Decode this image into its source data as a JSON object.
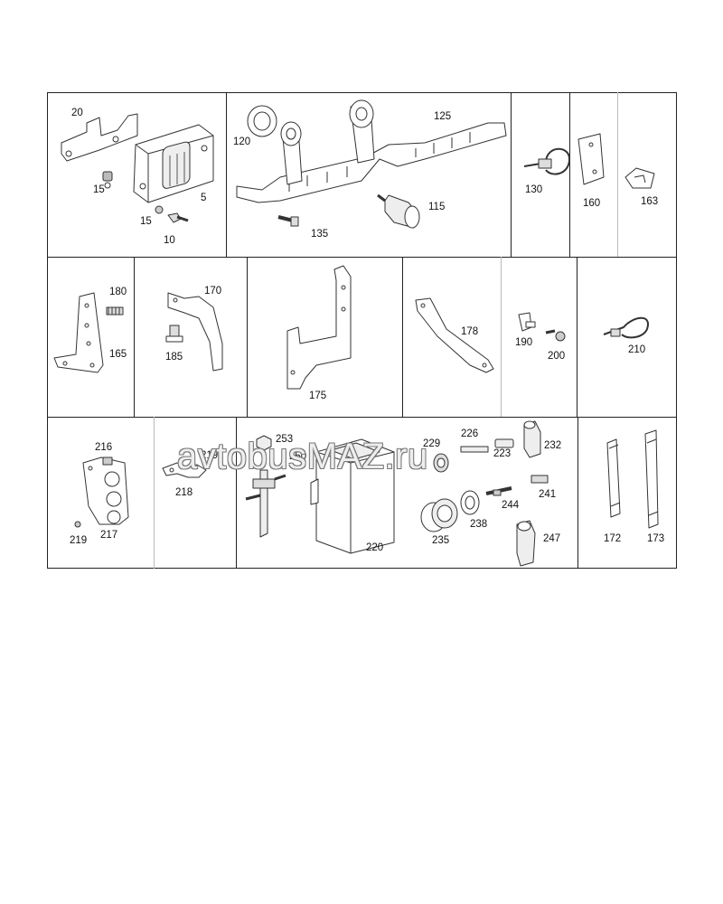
{
  "watermark": "avtobusMAZ.ru",
  "parts": {
    "p20": "20",
    "p15a": "15",
    "p5": "5",
    "p15b": "15",
    "p10": "10",
    "p120": "120",
    "p125": "125",
    "p115": "115",
    "p135": "135",
    "p130": "130",
    "p160": "160",
    "p163": "163",
    "p180": "180",
    "p165": "165",
    "p170": "170",
    "p185": "185",
    "p175": "175",
    "p178": "178",
    "p190": "190",
    "p200": "200",
    "p210": "210",
    "p216": "216",
    "p217": "217",
    "p219a": "219",
    "p219b": "219",
    "p218": "218",
    "p253": "253",
    "p250": "250",
    "p220": "220",
    "p229": "229",
    "p226": "226",
    "p223": "223",
    "p232": "232",
    "p244": "244",
    "p241": "241",
    "p235": "235",
    "p238": "238",
    "p247": "247",
    "p172": "172",
    "p173": "173"
  }
}
